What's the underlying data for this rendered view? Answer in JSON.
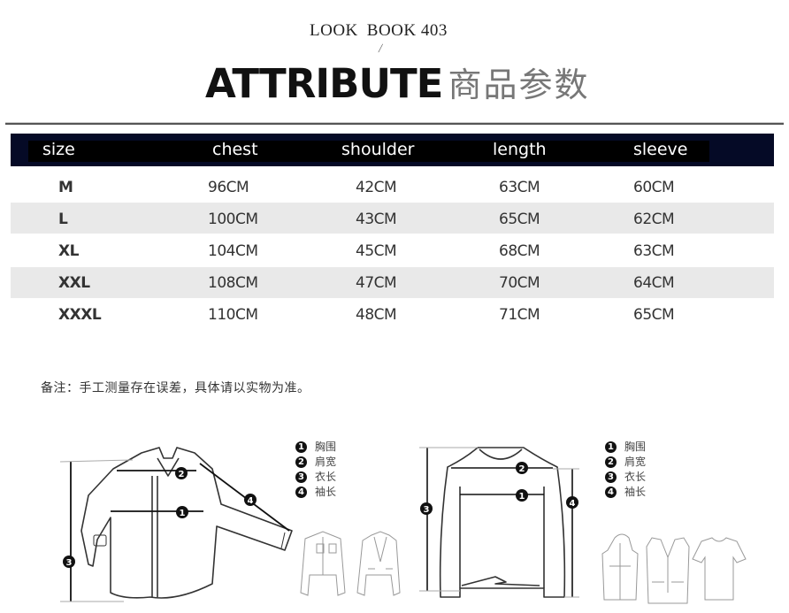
{
  "header": {
    "brand_left": "LOOK",
    "brand_right": "BOOK 403",
    "slash": "/",
    "title_en": "ATTRIBUTE",
    "title_cn": "商品参数"
  },
  "table": {
    "columns": [
      "size",
      "chest",
      "shoulder",
      "length",
      "sleeve"
    ],
    "rows": [
      {
        "size": "M",
        "chest": "96CM",
        "shoulder": "42CM",
        "length": "63CM",
        "sleeve": "60CM"
      },
      {
        "size": "L",
        "chest": "100CM",
        "shoulder": "43CM",
        "length": "65CM",
        "sleeve": "62CM"
      },
      {
        "size": "XL",
        "chest": "104CM",
        "shoulder": "45CM",
        "length": "68CM",
        "sleeve": "63CM"
      },
      {
        "size": "XXL",
        "chest": "108CM",
        "shoulder": "47CM",
        "length": "70CM",
        "sleeve": "64CM"
      },
      {
        "size": "XXXL",
        "chest": "110CM",
        "shoulder": "48CM",
        "length": "71CM",
        "sleeve": "65CM"
      }
    ],
    "header_bg": "#050a26",
    "stripe_bg": "#e9e9e9"
  },
  "note": "备注：手工测量存在误差，具体请以实物为准。",
  "legend_shirt": {
    "items": [
      {
        "num": "1",
        "label": "胸围"
      },
      {
        "num": "2",
        "label": "肩宽"
      },
      {
        "num": "3",
        "label": "衣长"
      },
      {
        "num": "4",
        "label": "袖长"
      }
    ]
  },
  "legend_sweater": {
    "items": [
      {
        "num": "1",
        "label": "胸围"
      },
      {
        "num": "2",
        "label": "肩宽"
      },
      {
        "num": "3",
        "label": "衣长"
      },
      {
        "num": "4",
        "label": "袖长"
      }
    ]
  },
  "illustrations": {
    "shirt_markers": [
      "1",
      "2",
      "3",
      "4"
    ],
    "sweater_markers": [
      "1",
      "2",
      "3",
      "4"
    ],
    "small_icons": [
      "denim-jacket",
      "blazer",
      "hoodie",
      "cardigan",
      "t-shirt"
    ]
  }
}
